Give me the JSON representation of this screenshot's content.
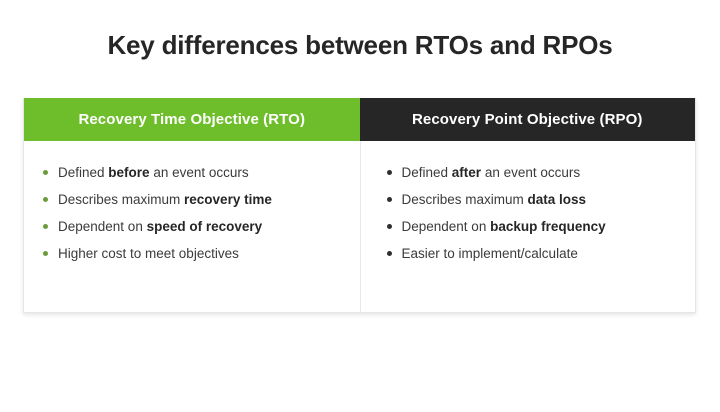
{
  "slide": {
    "title": "Key differences between RTOs and RPOs",
    "background_color": "#ffffff",
    "title_color": "#262626"
  },
  "comparison": {
    "columns": [
      {
        "id": "rto",
        "header": "Recovery Time Objective (RTO)",
        "header_bg": "#6ebe2b",
        "header_text_color": "#ffffff",
        "bullet_color": "#6a9c3a",
        "bullet_icon": "bullet-dot-icon",
        "items": [
          {
            "prefix": "Defined ",
            "bold": "before",
            "suffix": " an event occurs"
          },
          {
            "prefix": "Describes maximum ",
            "bold": "recovery time",
            "suffix": ""
          },
          {
            "prefix": "Dependent on ",
            "bold": "speed of recovery",
            "suffix": ""
          },
          {
            "prefix": "Higher cost to meet objectives",
            "bold": "",
            "suffix": ""
          }
        ]
      },
      {
        "id": "rpo",
        "header": "Recovery Point Objective (RPO)",
        "header_bg": "#262626",
        "header_text_color": "#ffffff",
        "bullet_color": "#2f2f2f",
        "bullet_icon": "bullet-dot-icon",
        "items": [
          {
            "prefix": "Defined ",
            "bold": "after",
            "suffix": " an event occurs"
          },
          {
            "prefix": "Describes maximum ",
            "bold": "data loss",
            "suffix": ""
          },
          {
            "prefix": "Dependent on ",
            "bold": "backup frequency",
            "suffix": ""
          },
          {
            "prefix": "Easier to implement/calculate",
            "bold": "",
            "suffix": ""
          }
        ]
      }
    ]
  }
}
